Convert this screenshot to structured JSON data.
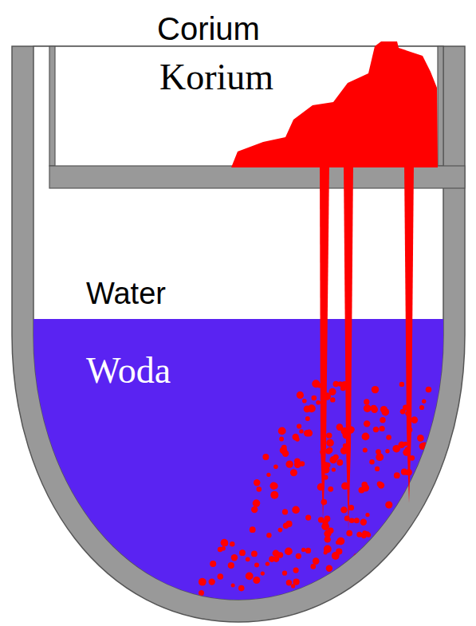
{
  "diagram": {
    "labels": [
      "Corium",
      "Korium",
      "Water",
      "Woda"
    ]
  }
}
